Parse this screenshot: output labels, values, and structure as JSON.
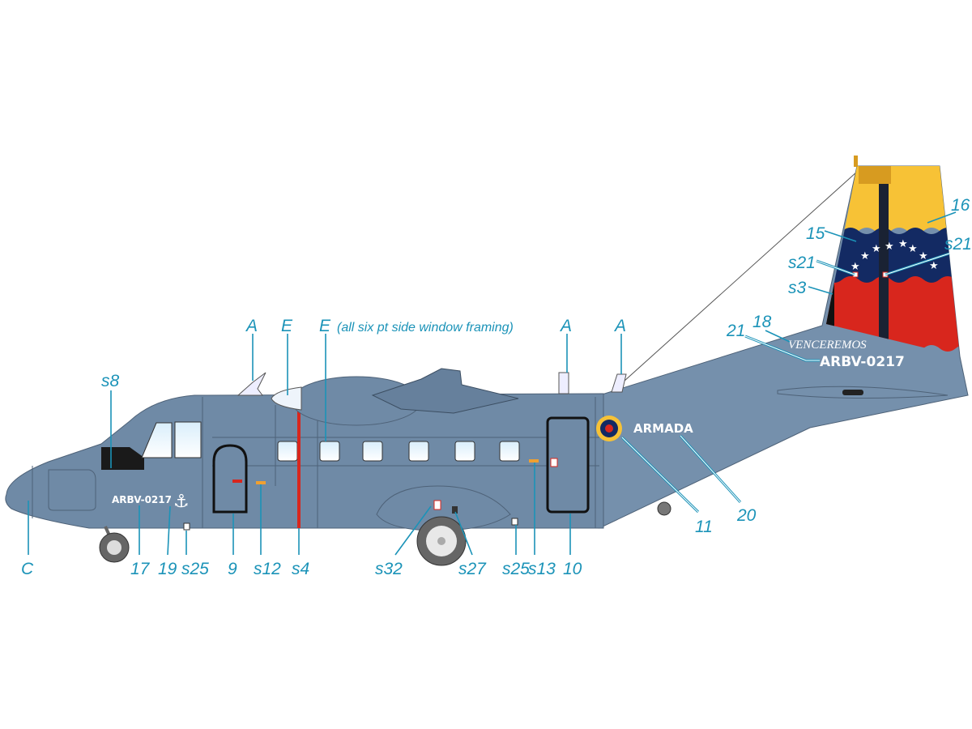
{
  "colors": {
    "fuselage": "#6f8aa6",
    "label": "#1b93b8",
    "flag_yellow": "#f7c236",
    "flag_blue": "#132a63",
    "flag_red": "#d8261d",
    "door_red_line": "#d8261d"
  },
  "markings": {
    "nose_serial": "ARBV-0217",
    "tail_serial": "ARBV-0217",
    "armada": "ARMADA",
    "motto": "VENCEREMOS"
  },
  "callouts": {
    "A1": "A",
    "E1": "E",
    "E2": "E",
    "E2_note": "(all six pt side window framing)",
    "A2": "A",
    "A3": "A",
    "s8": "s8",
    "C": "C",
    "n17": "17",
    "n19": "19",
    "s25a": "s25",
    "n9": "9",
    "s12": "s12",
    "s4": "s4",
    "s32": "s32",
    "s27": "s27",
    "s25b": "s25",
    "s13": "s13",
    "n10": "10",
    "n11": "11",
    "n20": "20",
    "n21": "21",
    "n18": "18",
    "n16": "16",
    "n15": "15",
    "s21a": "s21",
    "s21b": "s21",
    "s3": "s3"
  }
}
